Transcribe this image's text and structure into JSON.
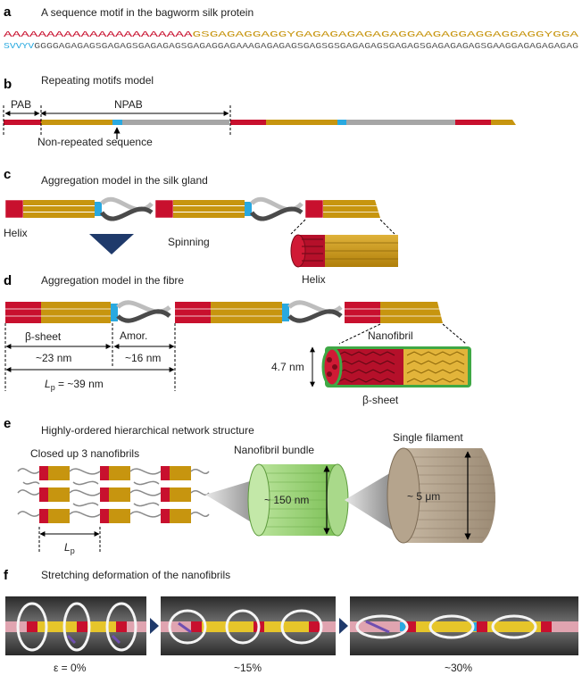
{
  "colors": {
    "pab_red": "#c8102e",
    "npab_gold": "#c7950f",
    "spacer_blue": "#29a9e0",
    "grey": "#a6a6a6",
    "arrow_navy": "#1f3a6b",
    "fibril_green": "#8fd06b"
  },
  "panel_a": {
    "label": "a",
    "title": "A sequence motif in the bagworm silk protein",
    "seq_red": "AAAAAAAAAAAAAAAAAAAAAA",
    "seq_gold": "GSGAGAGGAGGYGAGAGAGAGAGAGGAAGAGGAGGAGGAGGYGGA",
    "seq_blue": "SVVYV",
    "seq_grey": "GGGGAGAGAGSGAGAGSGAGAGAGSGAGAGGAGAAAGAGAGAGSGAGSGSGAGAGAGSGAGAGSGAGAGAGAGSGAAGGAGAGAGAGAG"
  },
  "panel_b": {
    "label": "b",
    "title": "Repeating motifs model",
    "pab": "PAB",
    "npab": "NPAB",
    "nonrep": "Non-repeated sequence"
  },
  "panel_c": {
    "label": "c",
    "title": "Aggregation model in the silk gland",
    "helix_left": "Helix",
    "spinning": "Spinning",
    "helix_right": "Helix"
  },
  "panel_d": {
    "label": "d",
    "title": "Aggregation model in the fibre",
    "beta_sheet": "β-sheet",
    "amor": "Amor.",
    "d23": "~23 nm",
    "d16": "~16 nm",
    "lp_value": " = ~39 nm",
    "nanofibril": "Nanofibril",
    "d47": "4.7 nm",
    "beta_sheet_lower": "β-sheet"
  },
  "panel_e": {
    "label": "e",
    "title": "Highly-ordered hierarchical network structure",
    "closed": "Closed up 3 nanofibrils",
    "bundle": "Nanofibril bundle",
    "single": "Single filament",
    "d150": "~ 150 nm",
    "d5": "~ 5 μm"
  },
  "lp_symbol": "L",
  "lp_sub": "p",
  "panel_f": {
    "label": "f",
    "title": "Stretching deformation of the nanofibrils",
    "strain0": "ε = 0%",
    "strain15": "~15%",
    "strain30": "~30%"
  }
}
